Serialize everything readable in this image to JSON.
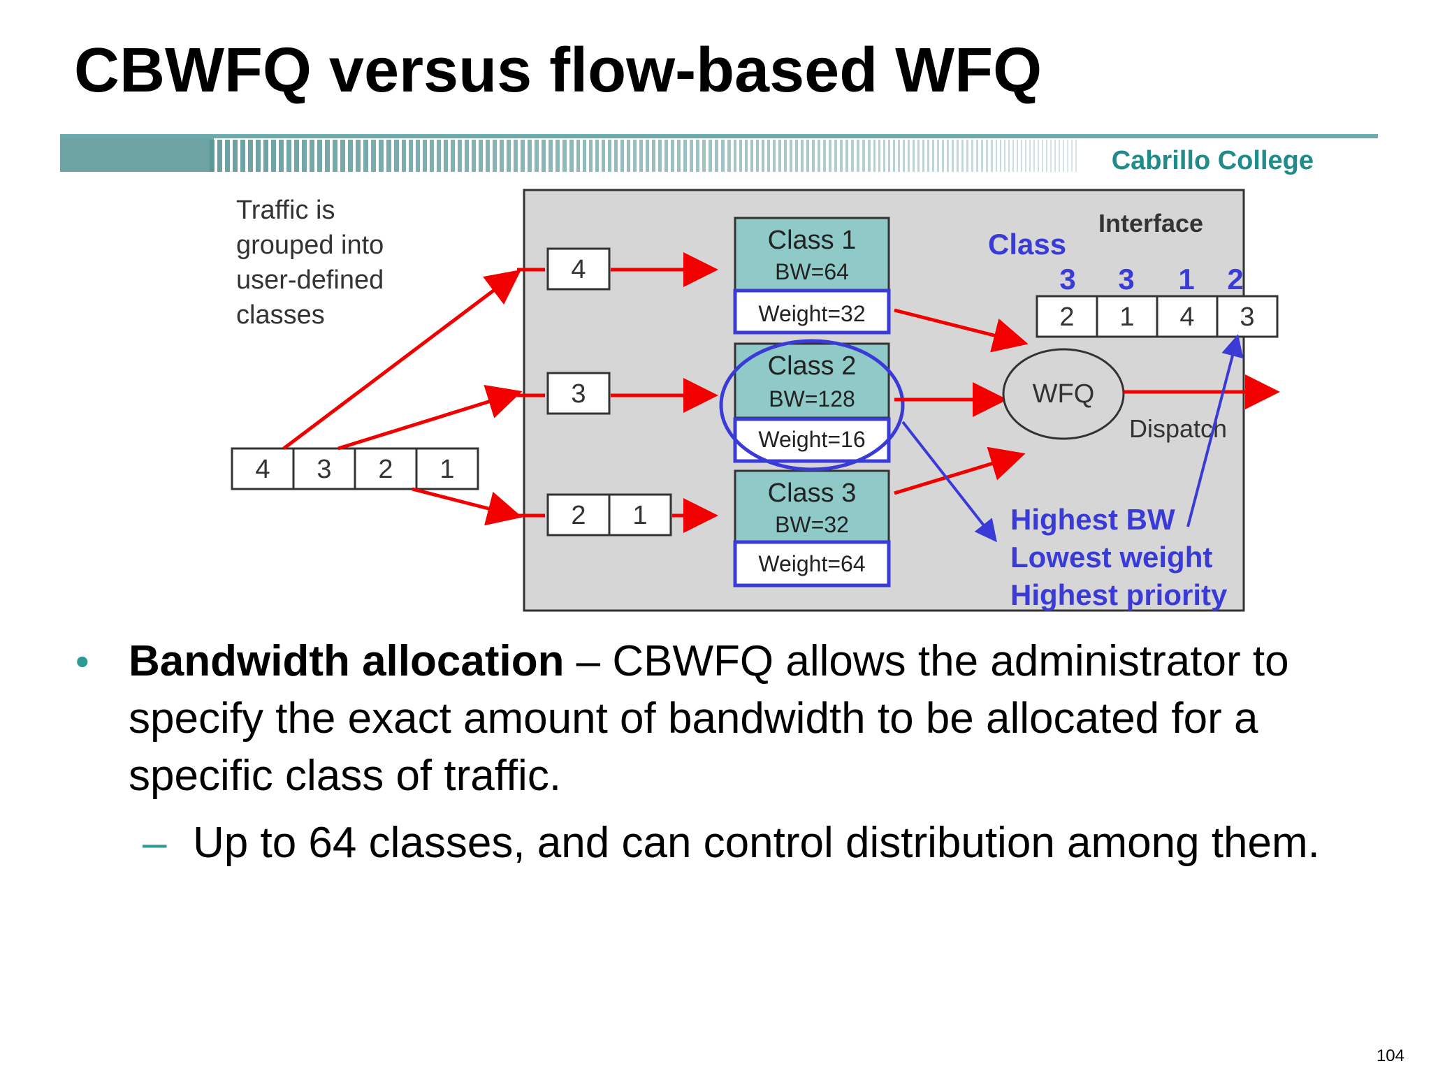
{
  "slide": {
    "title": "CBWFQ versus flow-based WFQ",
    "brand": "Cabrillo College",
    "page_number": "104"
  },
  "diagram": {
    "intro_text": [
      "Traffic is",
      "grouped into",
      "user-defined",
      "classes"
    ],
    "input_queue": [
      "4",
      "3",
      "2",
      "1"
    ],
    "sub_queues": [
      {
        "cells": [
          "4"
        ]
      },
      {
        "cells": [
          "3"
        ]
      },
      {
        "cells": [
          "2",
          "1"
        ]
      }
    ],
    "classes": [
      {
        "name": "Class 1",
        "bw": "BW=64",
        "weight": "Weight=32"
      },
      {
        "name": "Class 2",
        "bw": "BW=128",
        "weight": "Weight=16"
      },
      {
        "name": "Class 3",
        "bw": "BW=32",
        "weight": "Weight=64"
      }
    ],
    "interface_label": "Interface",
    "class_label": "Class",
    "output_classes": [
      "3",
      "3",
      "1",
      "2"
    ],
    "output_queue": [
      "2",
      "1",
      "4",
      "3"
    ],
    "wfq_label": "WFQ",
    "dispatch_label": "Dispatch",
    "annotation": [
      "Highest BW",
      "Lowest weight",
      "Highest priority"
    ]
  },
  "bullets": {
    "main_bold": "Bandwidth allocation",
    "main_rest": " – CBWFQ allows the administrator to specify the exact amount of bandwidth to be allocated for a specific class of traffic.",
    "sub": "Up to 64 classes, and can control distribution among them."
  },
  "colors": {
    "teal": "#2e9a98",
    "class_box": "#8fc9c8",
    "arrow_red": "#f20000",
    "annot_blue": "#3a3ad6",
    "panel_gray": "#d6d6d6"
  }
}
